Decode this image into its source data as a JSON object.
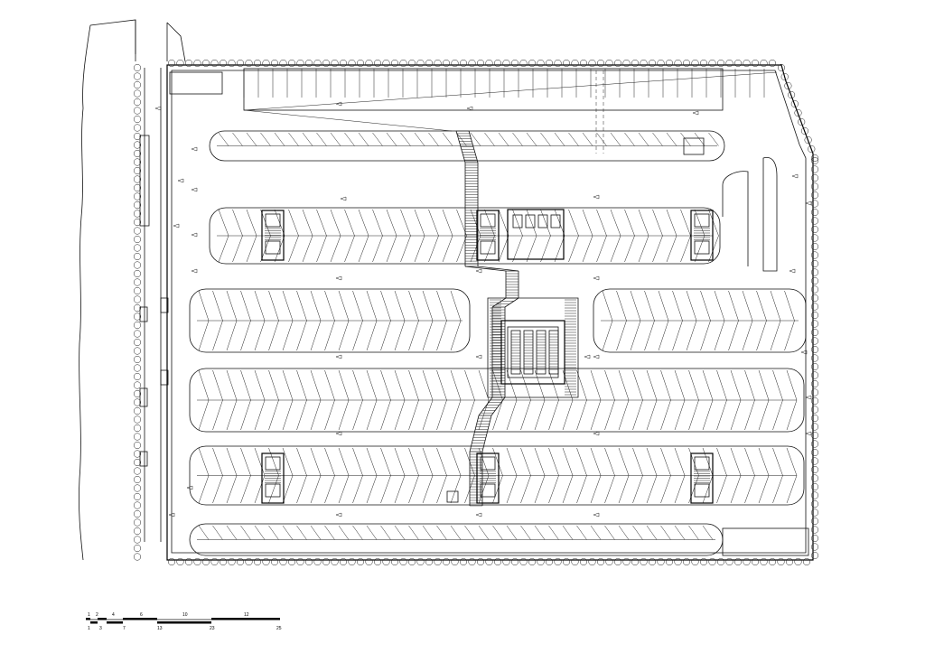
{
  "drawing": {
    "type": "architectural floor plan",
    "subject": "underground parking level",
    "line_color": "#111111",
    "background": "#ffffff"
  },
  "scale_bar": {
    "top_labels": [
      "1",
      "2",
      "4",
      "6",
      "10",
      "12"
    ],
    "bottom_labels": [
      "1",
      "3",
      "7",
      "13",
      "23",
      "25"
    ]
  }
}
